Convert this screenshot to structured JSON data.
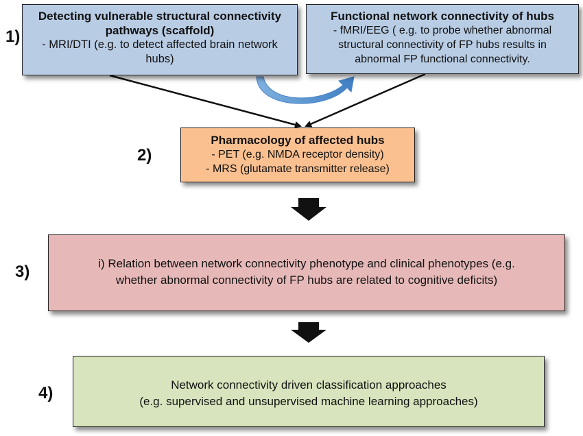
{
  "steps": {
    "one": "1)",
    "two": "2)",
    "three": "3)",
    "four": "4)"
  },
  "box_structural": {
    "title_line1": "Detecting vulnerable structural connectivity",
    "title_line2": "pathways (scaffold)",
    "body_line1": "- MRI/DTI (e.g. to detect affected brain network",
    "body_line2": "hubs)"
  },
  "box_functional": {
    "title": "Functional network connectivity of hubs",
    "body_line1": "- fMRI/EEG ( e.g. to probe whether abnormal",
    "body_line2": "structural connectivity of FP hubs results in",
    "body_line3": "abnormal FP functional connectivity."
  },
  "box_pharmacology": {
    "title": "Pharmacology of affected hubs",
    "body_line1": "- PET (e.g. NMDA receptor density)",
    "body_line2": "- MRS (glutamate transmitter release)"
  },
  "box_phenotype": {
    "body_line1": "i) Relation between network connectivity phenotype and clinical phenotypes (e.g.",
    "body_line2": "whether abnormal connectivity of FP hubs are related to cognitive deficits)"
  },
  "box_classification": {
    "body_line1": "Network connectivity driven classification approaches",
    "body_line2": "(e.g. supervised and unsupervised machine learning approaches)"
  },
  "colors": {
    "blue_box": "#b8cce4",
    "orange_box": "#fac090",
    "pink_box": "#e6b9b8",
    "green_box": "#d7e4bd",
    "curved_arrow": "#5b9bd5",
    "block_arrow": "#111111"
  }
}
